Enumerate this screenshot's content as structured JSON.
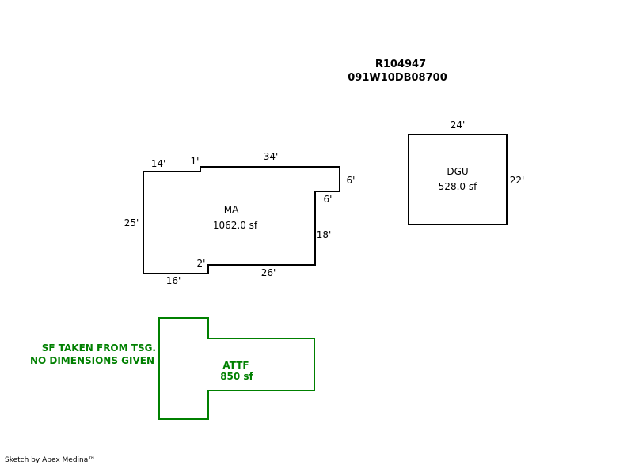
{
  "header": {
    "account": "R104947",
    "map_tax_lot": "091W10DB08700"
  },
  "colors": {
    "outline": "#000000",
    "note_green": "#008000"
  },
  "areas": {
    "ma": {
      "name": "MA",
      "area": "1062.0 sf",
      "dims": {
        "left": "25'",
        "top_left": "14'",
        "jog_top": "1'",
        "top": "34'",
        "right_upper": "6'",
        "right_jog": "6'",
        "right_lower": "18'",
        "bottom_right": "26'",
        "jog_bottom": "2'",
        "bottom_left": "16'"
      }
    },
    "dgu": {
      "name": "DGU",
      "area": "528.0 sf",
      "dims": {
        "top": "24'",
        "right": "22'"
      }
    },
    "attf": {
      "name": "ATTF",
      "area": "850 sf",
      "note_line1": "SF TAKEN FROM TSG.",
      "note_line2": "NO DIMENSIONS GIVEN"
    }
  },
  "footer": {
    "credit": "Sketch by Apex Medina™"
  }
}
